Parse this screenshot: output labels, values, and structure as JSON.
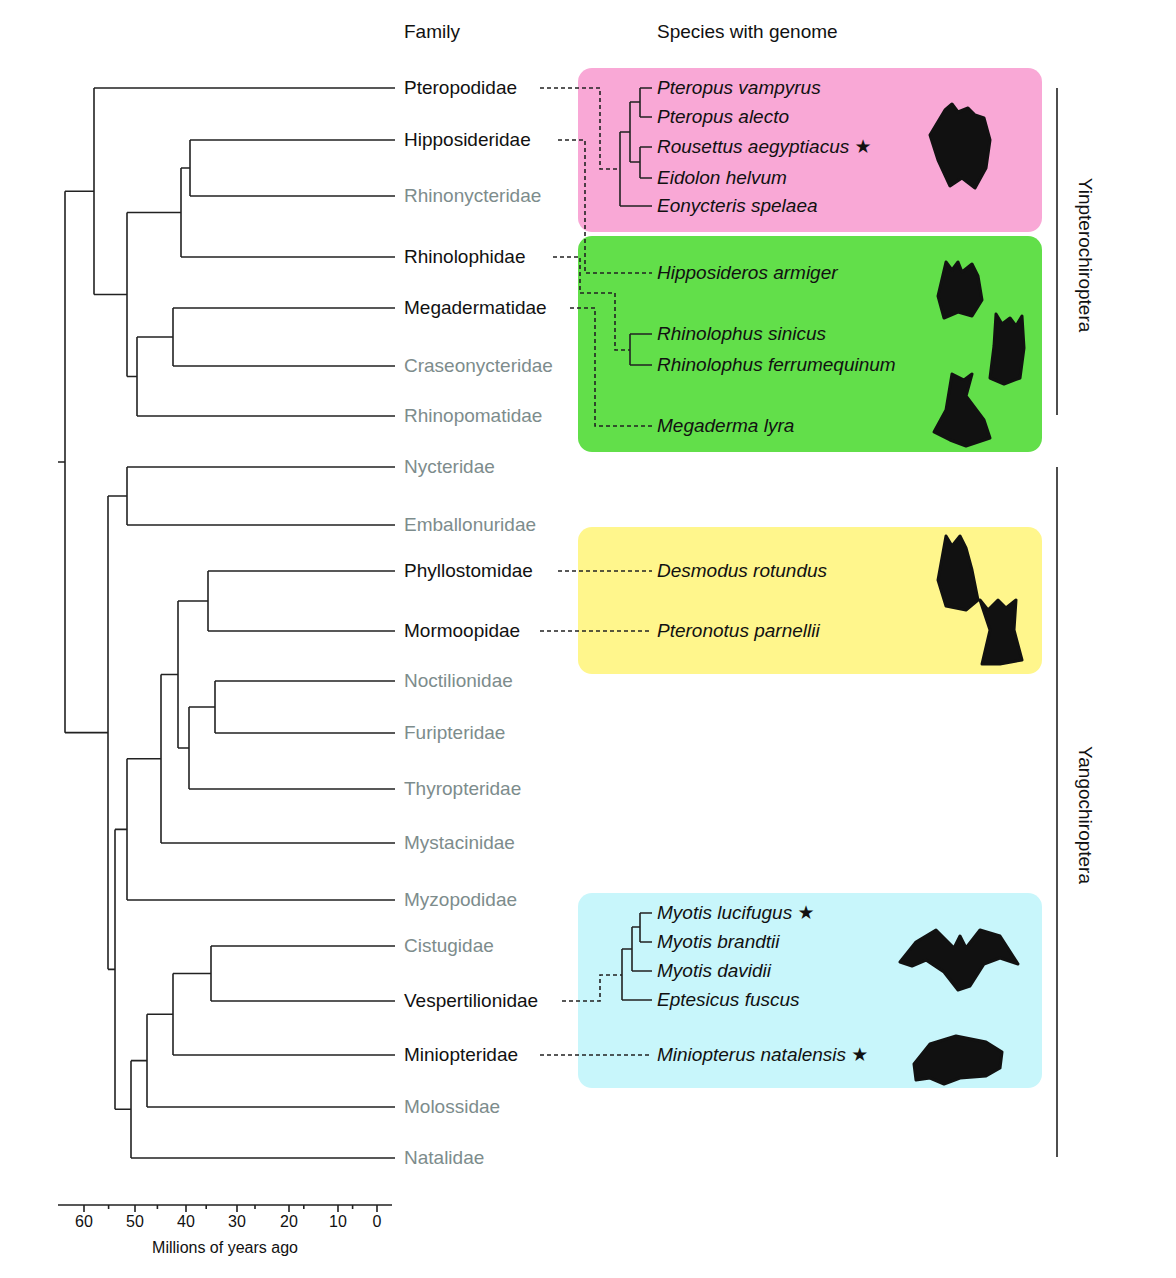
{
  "diagram": {
    "nodes": [
      {
        "text": [
          "Pteropus vampyrus",
          "Pteropus alecto",
          "Rousettus aegyptiacus ★",
          "Eidolon helvum",
          "Eonycteris spelaea"
        ]
      },
      {
        "text": [
          "Hipposideros armiger",
          "Rhinolophus sinicus",
          "Rhinolophus ferrumequinum",
          "Megaderma lyra"
        ]
      },
      {
        "text": [
          "Desmodus rotundus",
          "Pteronotus parnellii"
        ]
      },
      {
        "text": [
          "Myotis lucifugus ★",
          "Myotis brandtii",
          "Myotis davidii",
          "Eptesicus fuscus",
          "Miniopterus natalensis ★"
        ]
      }
    ],
    "labels": [
      "Family",
      "Species with genome",
      "Pteropodidae",
      "Hipposideridae",
      "Rhinonycteridae",
      "Rhinolophidae",
      "Megadermatidae",
      "Craseonycteridae",
      "Rhinopomatidae",
      "Nycteridae",
      "Emballonuridae",
      "Phyllostomidae",
      "Mormoopidae",
      "Noctilionidae",
      "Furipteridae",
      "Thyropteridae",
      "Mystacinidae",
      "Myzopodidae",
      "Cistugidae",
      "Vespertilionidae",
      "Miniopteridae",
      "Molossidae",
      "Natalidae",
      "60",
      "50",
      "40",
      "30",
      "20",
      "10",
      "0",
      "Millions of years ago",
      "Yinpterochiroptera",
      "Yangochiroptera"
    ]
  }
}
